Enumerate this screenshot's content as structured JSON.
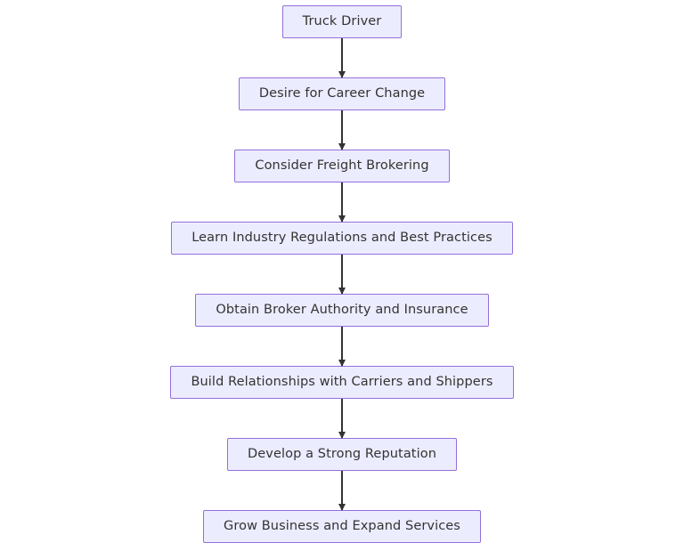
{
  "diagram": {
    "type": "flowchart",
    "direction": "top-to-bottom",
    "title": "",
    "background_color": "#ffffff",
    "node_fill_color": "#ececff",
    "node_border_color": "#9370db",
    "node_text_color": "#333333",
    "edge_color": "#333333",
    "nodes": [
      {
        "id": "n1",
        "label": "Truck Driver"
      },
      {
        "id": "n2",
        "label": "Desire for Career Change"
      },
      {
        "id": "n3",
        "label": "Consider Freight Brokering"
      },
      {
        "id": "n4",
        "label": "Learn Industry Regulations and Best Practices"
      },
      {
        "id": "n5",
        "label": "Obtain Broker Authority and Insurance"
      },
      {
        "id": "n6",
        "label": "Build Relationships with Carriers and Shippers"
      },
      {
        "id": "n7",
        "label": "Develop a Strong Reputation"
      },
      {
        "id": "n8",
        "label": "Grow Business and Expand Services"
      }
    ],
    "edges": [
      {
        "from": "n1",
        "to": "n2",
        "label": ""
      },
      {
        "from": "n2",
        "to": "n3",
        "label": ""
      },
      {
        "from": "n3",
        "to": "n4",
        "label": ""
      },
      {
        "from": "n4",
        "to": "n5",
        "label": ""
      },
      {
        "from": "n5",
        "to": "n6",
        "label": ""
      },
      {
        "from": "n6",
        "to": "n7",
        "label": ""
      },
      {
        "from": "n7",
        "to": "n8",
        "label": ""
      }
    ]
  }
}
